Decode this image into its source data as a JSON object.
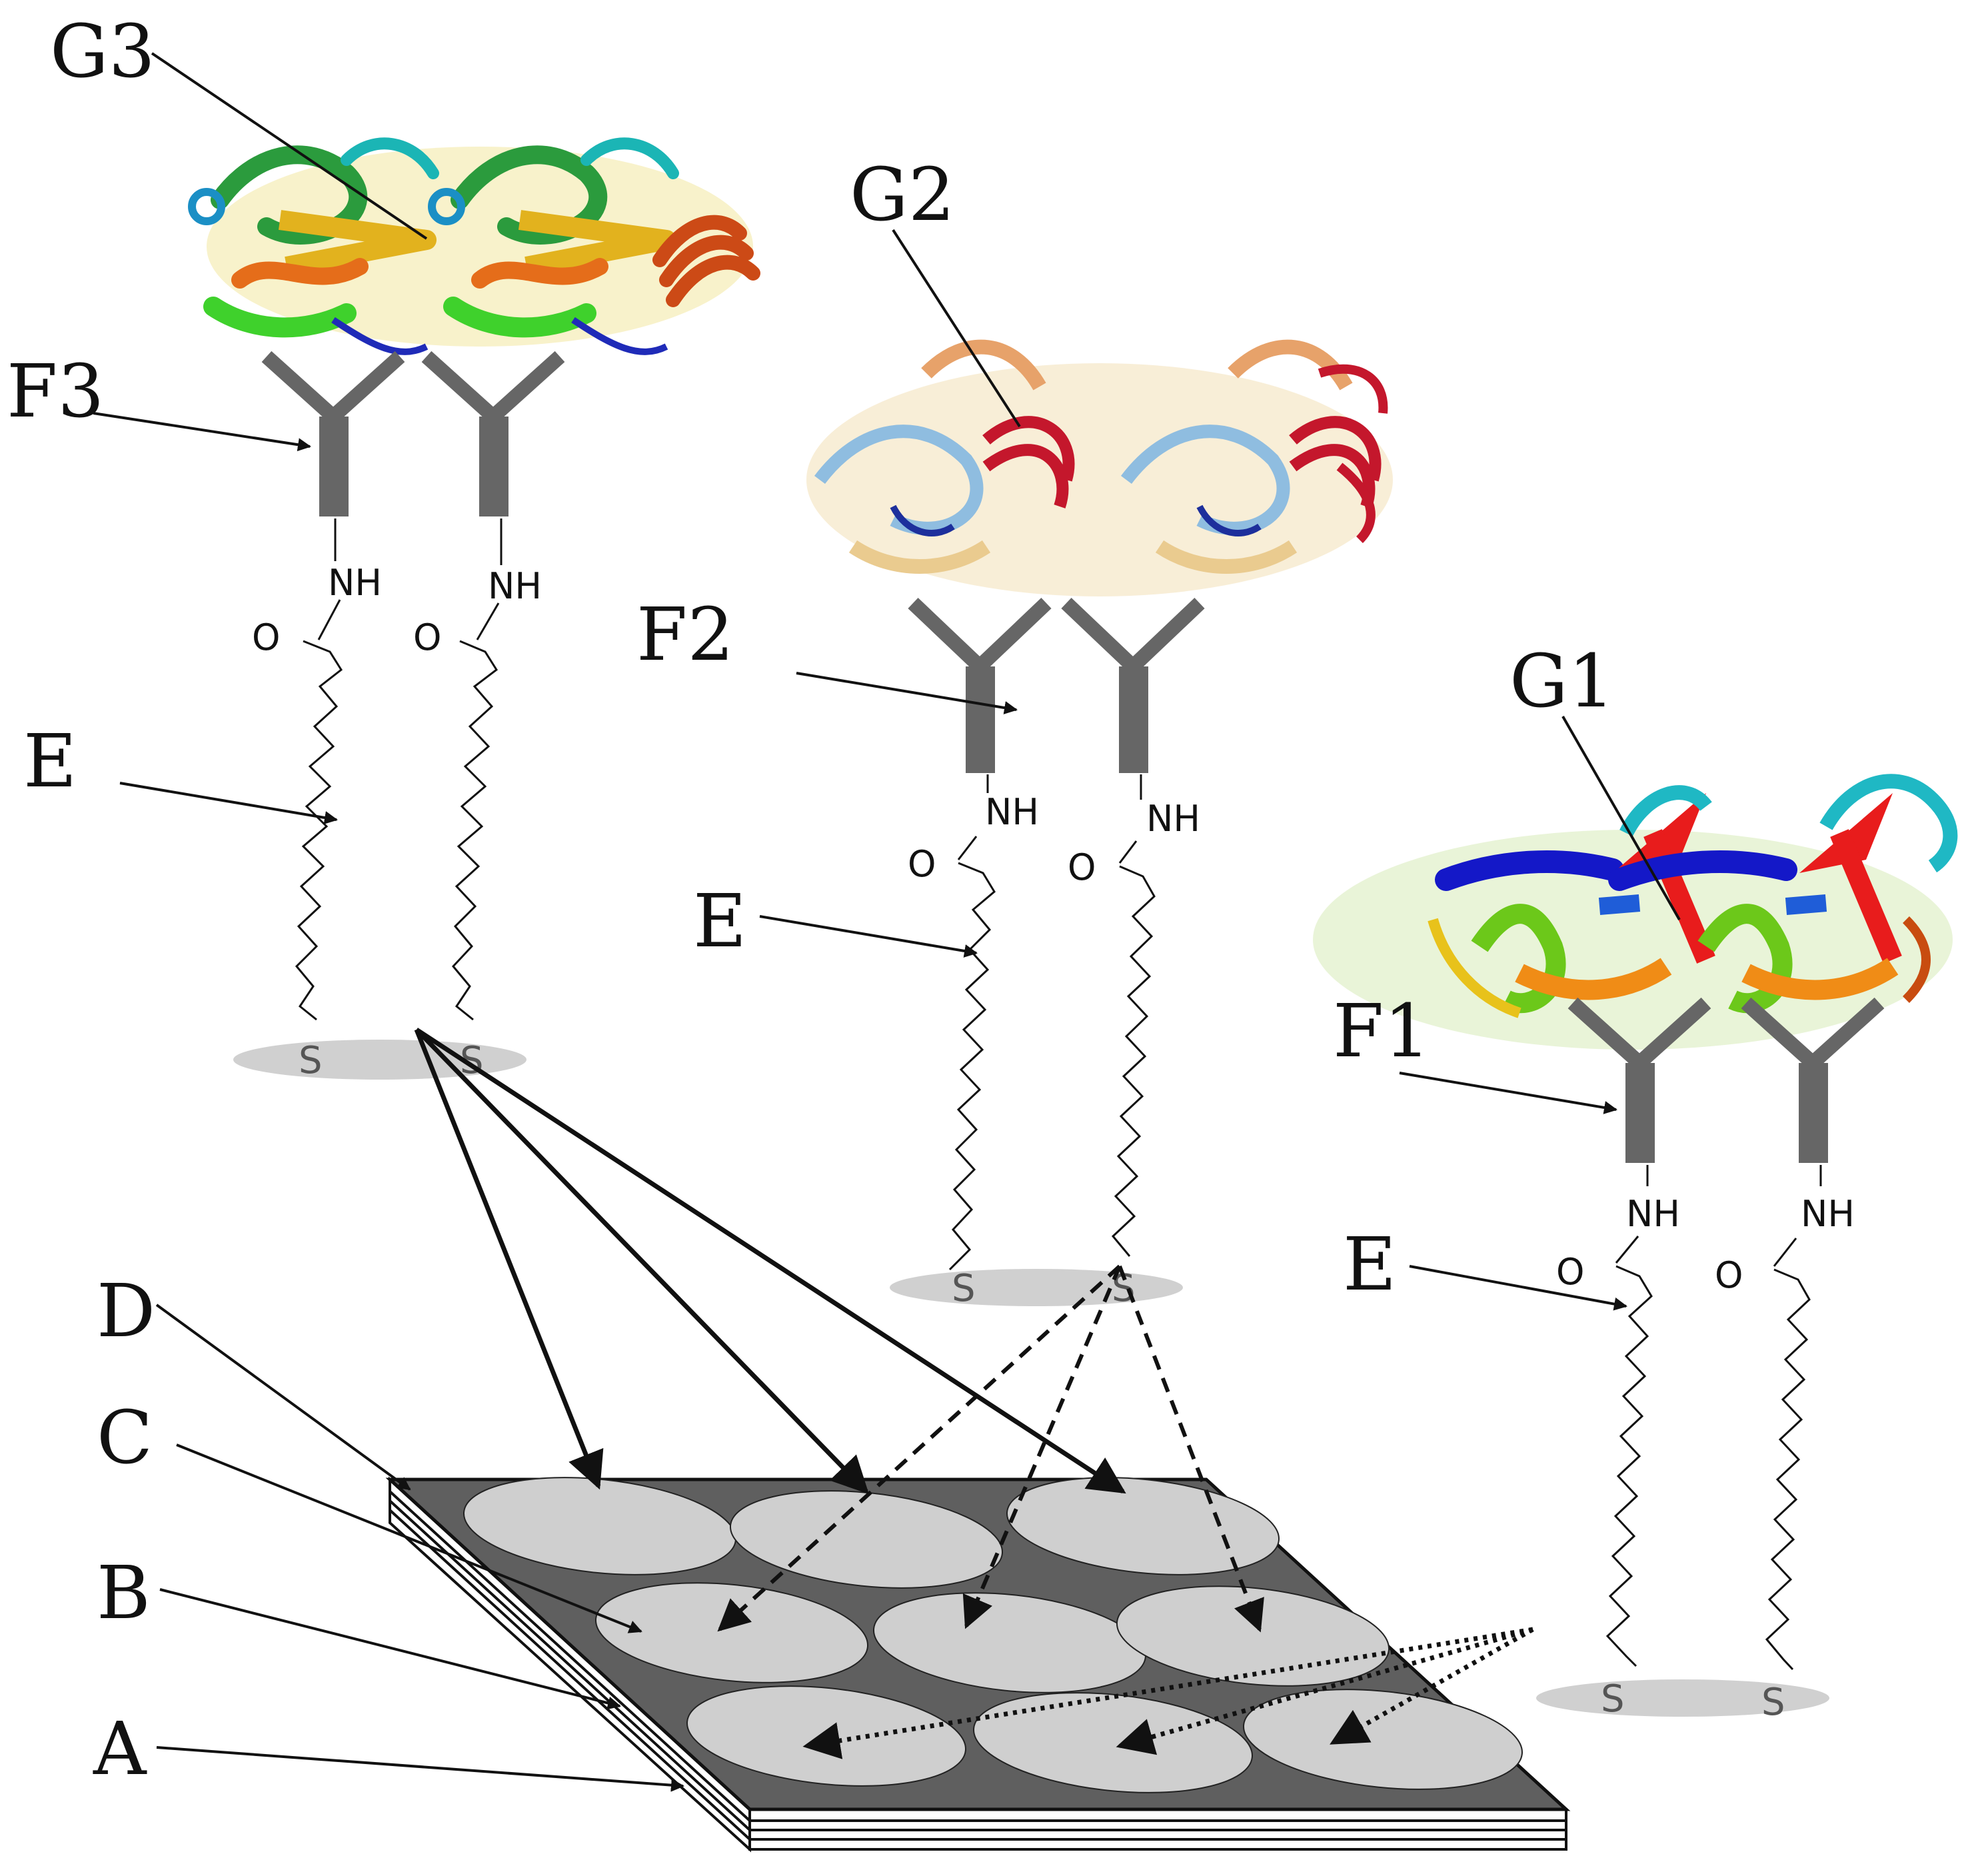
{
  "labels": {
    "g3": "G3",
    "g2": "G2",
    "g1": "G1",
    "f3": "F3",
    "f2": "F2",
    "f1": "F1",
    "e": "E",
    "d": "D",
    "c": "C",
    "b": "B",
    "a": "A"
  },
  "chem": {
    "nh": "NH",
    "o": "O",
    "s": "S"
  },
  "colors": {
    "antibody": "#666666",
    "chip_top": "#5f5f5f",
    "spot": "#cfcfcf",
    "sulfur_disc": "#d0d0d0"
  },
  "icons": {
    "g3_protein": "protein-ribbon-rainbow",
    "g2_protein": "protein-ribbon-pastel",
    "g1_protein": "protein-ribbon-rainbow",
    "antibody": "y-shaped-antibody"
  }
}
